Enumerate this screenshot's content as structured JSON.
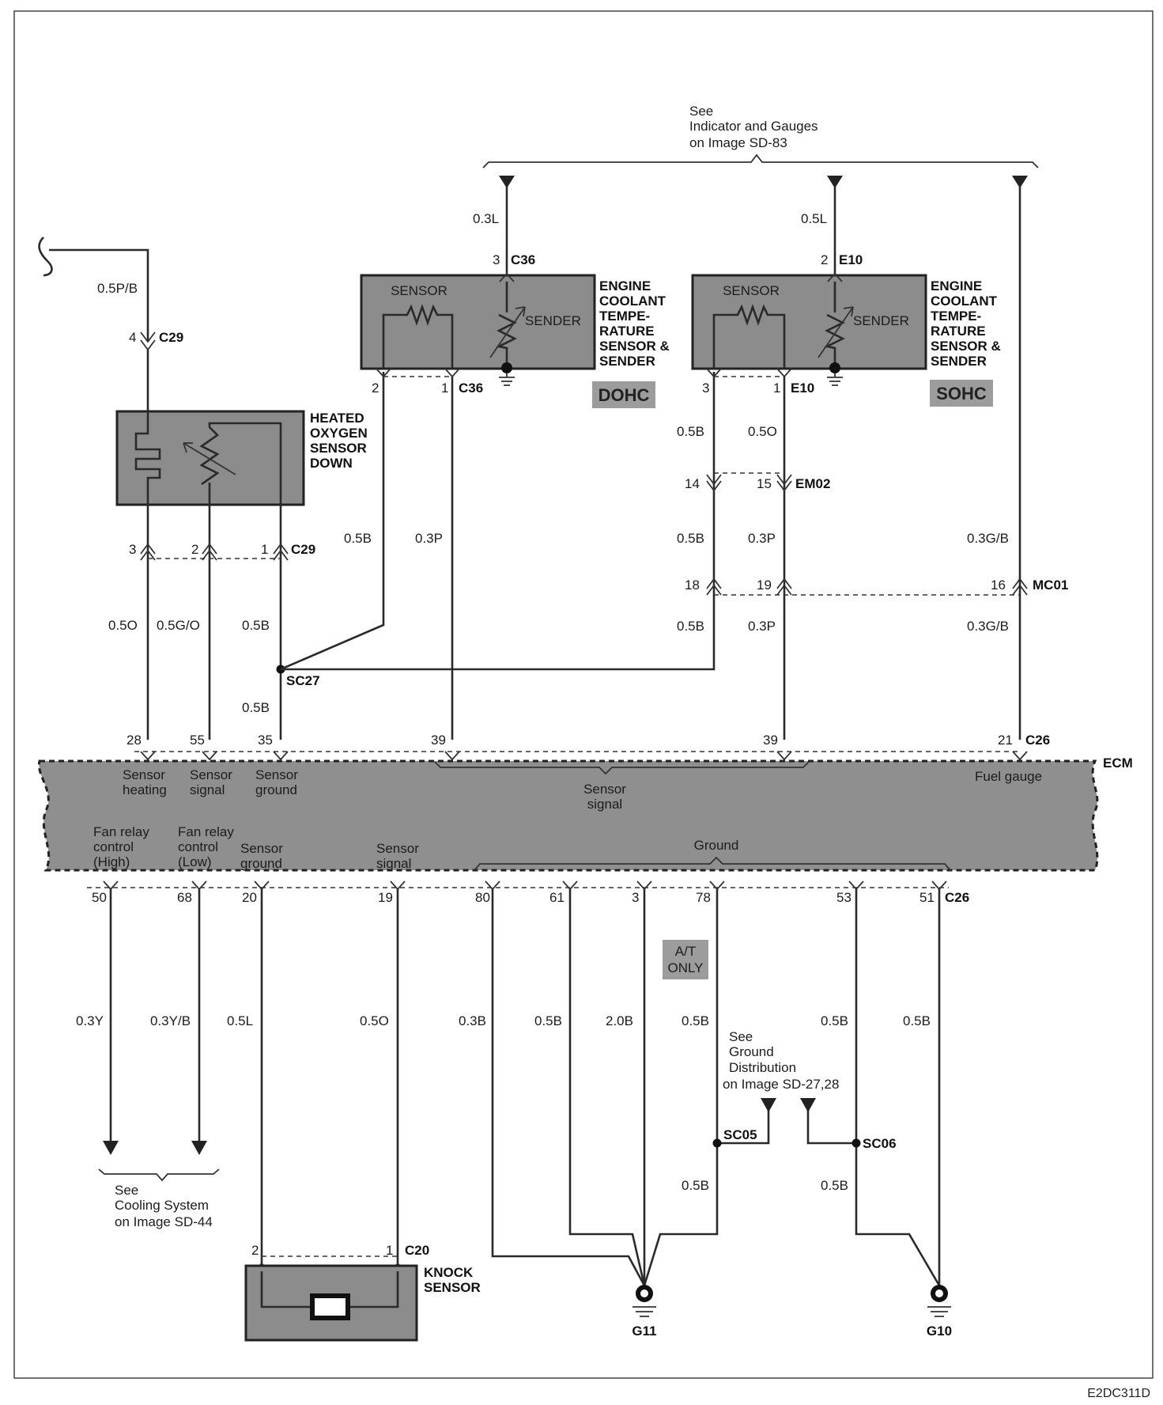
{
  "top_note": {
    "line1": "See",
    "line2": "Indicator and Gauges",
    "line3": "on Image SD-83"
  },
  "ecm": {
    "label": "ECM",
    "top_pins": [
      {
        "num": "28",
        "desc1": "Sensor",
        "desc2": "heating"
      },
      {
        "num": "55",
        "desc1": "Sensor",
        "desc2": "signal"
      },
      {
        "num": "35",
        "desc1": "Sensor",
        "desc2": "ground"
      },
      {
        "num": "39"
      },
      {
        "num": "39"
      },
      {
        "num": "21"
      }
    ],
    "top_connector": "C26",
    "sensor_signal": {
      "line1": "Sensor",
      "line2": "signal"
    },
    "fuel_gauge": "Fuel gauge",
    "bottom_pins": [
      {
        "num": "50",
        "desc1": "Fan relay",
        "desc2": "control",
        "desc3": "(High)"
      },
      {
        "num": "68",
        "desc1": "Fan relay",
        "desc2": "control",
        "desc3": "(Low)"
      },
      {
        "num": "20",
        "desc1": "Sensor",
        "desc2": "ground"
      },
      {
        "num": "19",
        "desc1": "Sensor",
        "desc2": "signal"
      },
      {
        "num": "80"
      },
      {
        "num": "61"
      },
      {
        "num": "3"
      },
      {
        "num": "78"
      },
      {
        "num": "53"
      },
      {
        "num": "51"
      }
    ],
    "bottom_connector": "C26",
    "ground_label": "Ground"
  },
  "oxygen_sensor": {
    "name_lines": [
      "HEATED",
      "OXYGEN",
      "SENSOR",
      "DOWN"
    ],
    "top_wire": "0.5P/B",
    "top_pin": "4",
    "connector": "C29",
    "pins": [
      "3",
      "2",
      "1"
    ],
    "wires": [
      "0.5O",
      "0.5G/O",
      "0.5B"
    ]
  },
  "splice_sc27": {
    "label": "SC27",
    "wire_below": "0.5B"
  },
  "dohc_sensor": {
    "name_lines": [
      "ENGINE",
      "COOLANT",
      "TEMPE-",
      "RATURE",
      "SENSOR &",
      "SENDER"
    ],
    "sensor_label": "SENSOR",
    "sender_label": "SENDER",
    "top_wire": "0.3L",
    "top_pin": "3",
    "connector_top": "C36",
    "pins": [
      "2",
      "1"
    ],
    "connector_bottom": "C36",
    "tag": "DOHC",
    "wires": [
      "0.5B",
      "0.3P"
    ]
  },
  "sohc_sensor": {
    "name_lines": [
      "ENGINE",
      "COOLANT",
      "TEMPE-",
      "RATURE",
      "SENSOR &",
      "SENDER"
    ],
    "sensor_label": "SENSOR",
    "sender_label": "SENDER",
    "top_wire": "0.5L",
    "top_pin": "2",
    "connector_top": "E10",
    "pins": [
      "3",
      "1"
    ],
    "connector_bottom": "E10",
    "tag": "SOHC",
    "wires_a": [
      "0.5B",
      "0.5O"
    ],
    "em02": {
      "pins": [
        "14",
        "15"
      ],
      "label": "EM02"
    },
    "wires_b": [
      "0.5B",
      "0.3P"
    ],
    "mc01": {
      "pins": [
        "18",
        "19",
        "16"
      ],
      "label": "MC01"
    },
    "wires_c": [
      "0.5B",
      "0.3P"
    ]
  },
  "fuel_wire": {
    "above": "0.3G/B",
    "below": "0.3G/B"
  },
  "bottom_wires": {
    "fan_high": "0.3Y",
    "fan_low": "0.3Y/B",
    "knock_ground": "0.5L",
    "knock_signal": "0.5O",
    "g80": "0.3B",
    "g61": "0.5B",
    "g3": "2.0B",
    "g78": "0.5B",
    "g53": "0.5B",
    "g51": "0.5B",
    "sc05_below": "0.5B",
    "sc06_below": "0.5B"
  },
  "cooling_note": {
    "line1": "See",
    "line2": "Cooling System",
    "line3": "on Image SD-44"
  },
  "ground_note": {
    "line1": "See",
    "line2": "Ground",
    "line3": "Distribution",
    "line4": "on Image SD-27,28"
  },
  "at_only": {
    "line1": "A/T",
    "line2": "ONLY"
  },
  "splices": {
    "sc05": "SC05",
    "sc06": "SC06"
  },
  "knock_sensor": {
    "name_lines": [
      "KNOCK",
      "SENSOR"
    ],
    "pins": [
      "2",
      "1"
    ],
    "connector": "C20"
  },
  "grounds": {
    "g11": "G11",
    "g10": "G10"
  },
  "figure_code": "E2DC311D"
}
